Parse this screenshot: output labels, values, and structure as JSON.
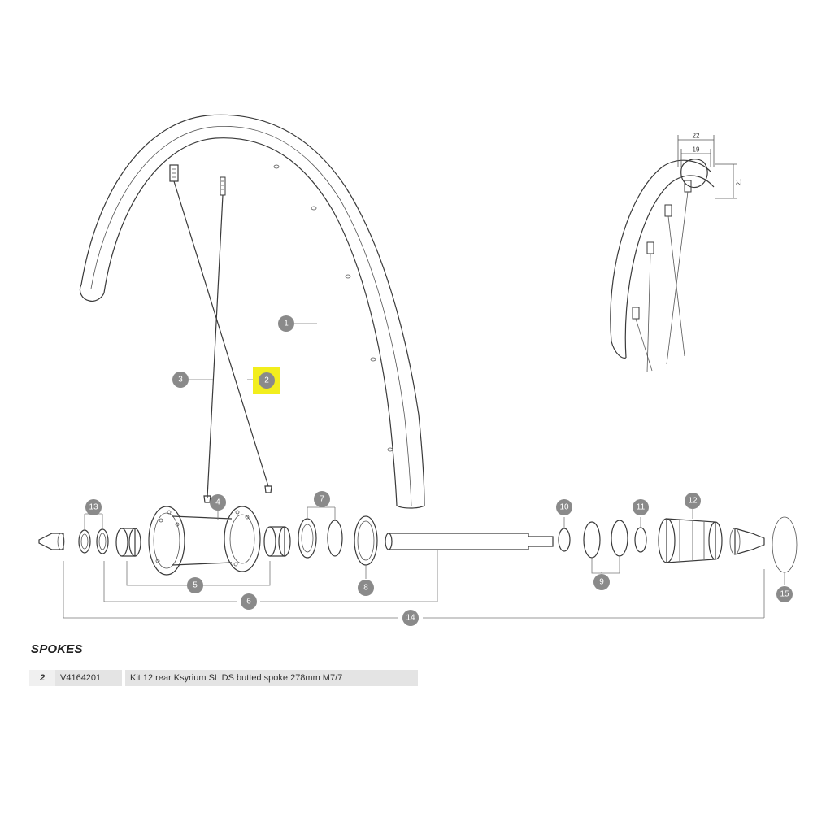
{
  "callouts": {
    "c1": "1",
    "c2": "2",
    "c3": "3",
    "c4": "4",
    "c5": "5",
    "c6": "6",
    "c7": "7",
    "c8": "8",
    "c9": "9",
    "c10": "10",
    "c11": "11",
    "c12": "12",
    "c13": "13",
    "c14": "14",
    "c15": "15"
  },
  "highlighted_callout": "2",
  "dimensions": {
    "outer_width": "22",
    "inner_width": "19",
    "height": "21"
  },
  "colors": {
    "highlight": "#f2ee1d",
    "callout_fill": "#8a8a8a",
    "line": "#444444"
  },
  "section_title": "SPOKES",
  "parts": [
    {
      "num": "2",
      "ref": "V4164201",
      "description": "Kit 12 rear Ksyrium SL DS butted spoke 278mm M7/7"
    }
  ]
}
